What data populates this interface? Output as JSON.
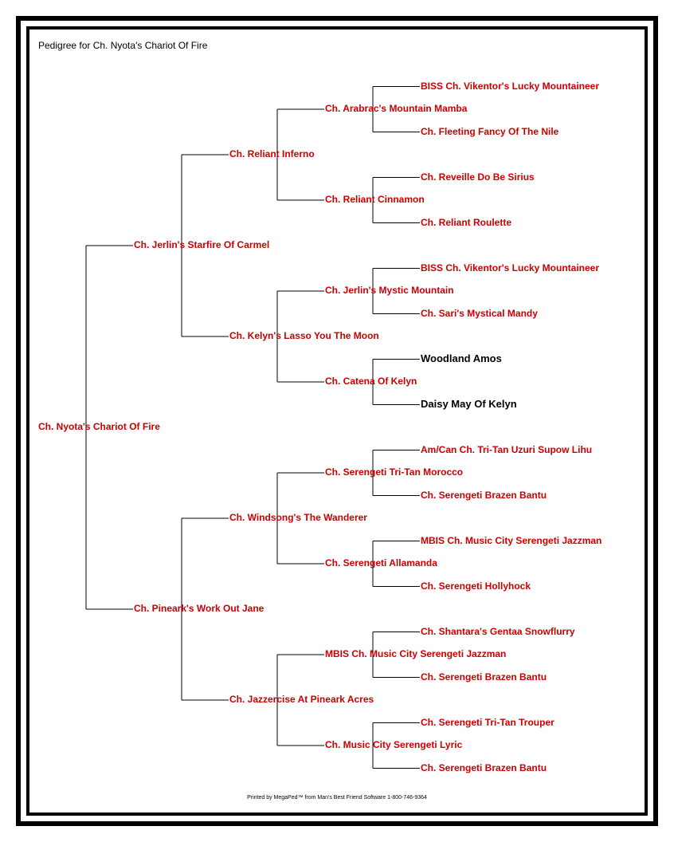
{
  "title": "Pedigree for Ch. Nyota's Chariot Of Fire",
  "footer": "Printed by MegaPed™ from Man's Best Friend Software 1-800-746-9364",
  "colors": {
    "titled": "#cc0000",
    "untitled": "#000000"
  },
  "pedigree": {
    "name": "Ch. Nyota's Chariot Of Fire",
    "titled": true,
    "sire": {
      "name": "Ch. Jerlin's Starfire Of Carmel",
      "titled": true,
      "sire": {
        "name": "Ch. Reliant Inferno",
        "titled": true,
        "sire": {
          "name": "Ch. Arabrac's Mountain Mamba",
          "titled": true,
          "sire": {
            "name": "BISS Ch. Vikentor's Lucky Mountaineer",
            "titled": true
          },
          "dam": {
            "name": "Ch. Fleeting Fancy Of The Nile",
            "titled": true
          }
        },
        "dam": {
          "name": "Ch. Reliant Cinnamon",
          "titled": true,
          "sire": {
            "name": "Ch. Reveille Do Be Sirius",
            "titled": true
          },
          "dam": {
            "name": "Ch. Reliant Roulette",
            "titled": true
          }
        }
      },
      "dam": {
        "name": "Ch. Kelyn's Lasso You The Moon",
        "titled": true,
        "sire": {
          "name": "Ch. Jerlin's Mystic Mountain",
          "titled": true,
          "sire": {
            "name": "BISS Ch. Vikentor's Lucky Mountaineer",
            "titled": true
          },
          "dam": {
            "name": "Ch. Sari's Mystical Mandy",
            "titled": true
          }
        },
        "dam": {
          "name": "Ch. Catena Of Kelyn",
          "titled": true,
          "sire": {
            "name": "Woodland Amos",
            "titled": false
          },
          "dam": {
            "name": "Daisy May Of Kelyn",
            "titled": false
          }
        }
      }
    },
    "dam": {
      "name": "Ch. Pineark's Work Out Jane",
      "titled": true,
      "sire": {
        "name": "Ch. Windsong's The Wanderer",
        "titled": true,
        "sire": {
          "name": "Ch. Serengeti Tri-Tan Morocco",
          "titled": true,
          "sire": {
            "name": "Am/Can Ch. Tri-Tan Uzuri Supow Lihu",
            "titled": true
          },
          "dam": {
            "name": "Ch. Serengeti Brazen Bantu",
            "titled": true
          }
        },
        "dam": {
          "name": "Ch. Serengeti Allamanda",
          "titled": true,
          "sire": {
            "name": "MBIS Ch. Music City Serengeti Jazzman",
            "titled": true
          },
          "dam": {
            "name": "Ch. Serengeti Hollyhock",
            "titled": true
          }
        }
      },
      "dam": {
        "name": "Ch. Jazzercise At Pineark Acres",
        "titled": true,
        "sire": {
          "name": "MBIS Ch. Music City Serengeti Jazzman",
          "titled": true,
          "sire": {
            "name": "Ch. Shantara's Gentaa Snowflurry",
            "titled": true
          },
          "dam": {
            "name": "Ch. Serengeti Brazen Bantu",
            "titled": true
          }
        },
        "dam": {
          "name": "Ch. Music City Serengeti Lyric",
          "titled": true,
          "sire": {
            "name": "Ch. Serengeti Tri-Tan Trouper",
            "titled": true
          },
          "dam": {
            "name": "Ch. Serengeti Brazen Bantu",
            "titled": true
          }
        }
      }
    }
  }
}
